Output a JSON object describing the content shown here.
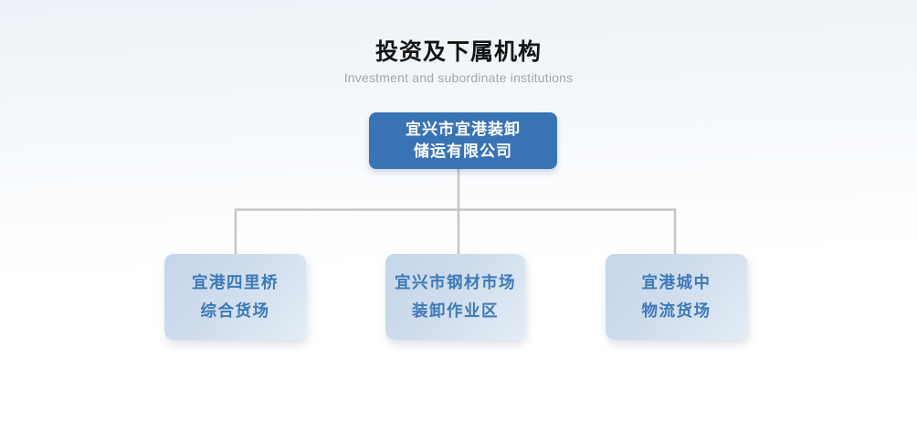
{
  "header": {
    "title": "投资及下属机构",
    "subtitle": "Investment and subordinate institutions"
  },
  "org_chart": {
    "type": "org-tree",
    "root": {
      "line1": "宜兴市宜港装卸",
      "line2": "储运有限公司"
    },
    "children": [
      {
        "line1": "宜港四里桥",
        "line2": "综合货场"
      },
      {
        "line1": "宜兴市钢材市场",
        "line2": "装卸作业区"
      },
      {
        "line1": "宜港城中",
        "line2": "物流货场"
      }
    ]
  },
  "colors": {
    "root_box_bg": "#3a73b4",
    "root_box_text": "#ffffff",
    "child_box_bg_start": "#c4d6e9",
    "child_box_bg_end": "#e4edf6",
    "child_box_text": "#3d79b8",
    "connector_line": "#c6c6c6",
    "title_text": "#141414",
    "subtitle_text": "#a6a6a6",
    "page_bg_top": "#ecf2f7",
    "page_bg_bottom": "#ffffff"
  }
}
